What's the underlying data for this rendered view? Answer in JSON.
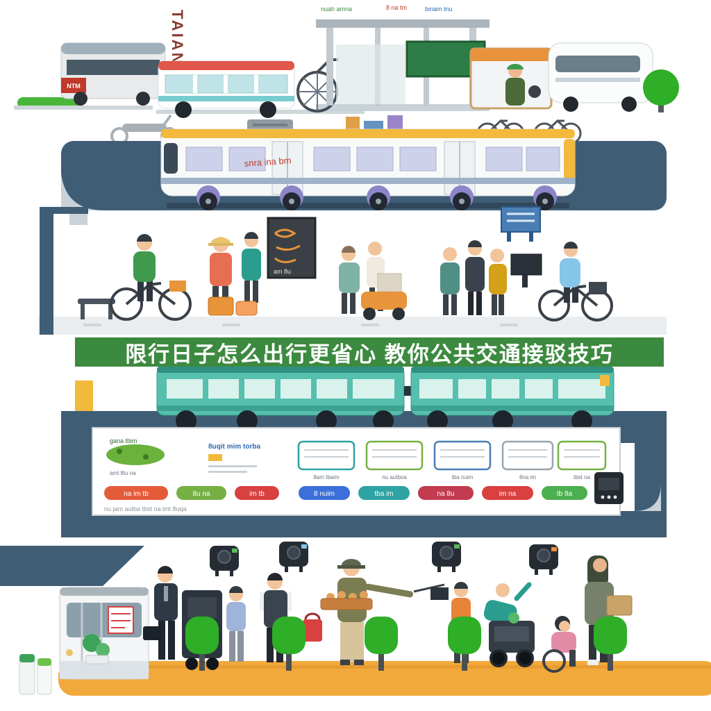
{
  "banner": {
    "title": "限行日子怎么出行更省心 教你公共交通接驳技巧",
    "background": "#3c8a3f",
    "text_color": "#ffffff"
  },
  "decorative_text": {
    "top_left_vertical": "TAIAN",
    "station_sign_left": "nuah amna",
    "station_sign_mid": "8 na tm",
    "station_sign_right": "binam tnu",
    "left_bus_label": "NTM",
    "tram_scribble": "snra ina bm",
    "chalkboard_note": "am 8u"
  },
  "infographic": {
    "logo_text": "gana tbim",
    "heading_note": "8uqit mim torba",
    "sub_note": "amt 8tu na",
    "cards": [
      {
        "border": "#2ea3a3",
        "caption": "8am tbaim"
      },
      {
        "border": "#76b043",
        "caption": "nu autboa"
      },
      {
        "border": "#4a7fb5",
        "caption": "tba nuim"
      },
      {
        "border": "#9aa4ac",
        "caption": "8na im"
      },
      {
        "border": "#76b043",
        "caption": "tbst na"
      }
    ],
    "pills": [
      {
        "label": "na im tb",
        "color": "#e45b39"
      },
      {
        "label": "8u na",
        "color": "#76b043"
      },
      {
        "label": "im tb",
        "color": "#d94040"
      },
      {
        "label": "8 nuim",
        "color": "#3b6fd9"
      },
      {
        "label": "tba im",
        "color": "#2ea3a3"
      },
      {
        "label": "na 8u",
        "color": "#c23b4f"
      },
      {
        "label": "im na",
        "color": "#d94040"
      },
      {
        "label": "tb 8a",
        "color": "#4caf50"
      }
    ],
    "footnote": "nu jam autba tbst na imt 8uqa"
  },
  "colors": {
    "road_slate": "#3f5d75",
    "road_yellow": "#f2a93b",
    "train_teal": "#56bfae",
    "tram_yellow": "#f3b93c",
    "tree_green": "#2fae27",
    "banner_green": "#3c8a3f"
  }
}
